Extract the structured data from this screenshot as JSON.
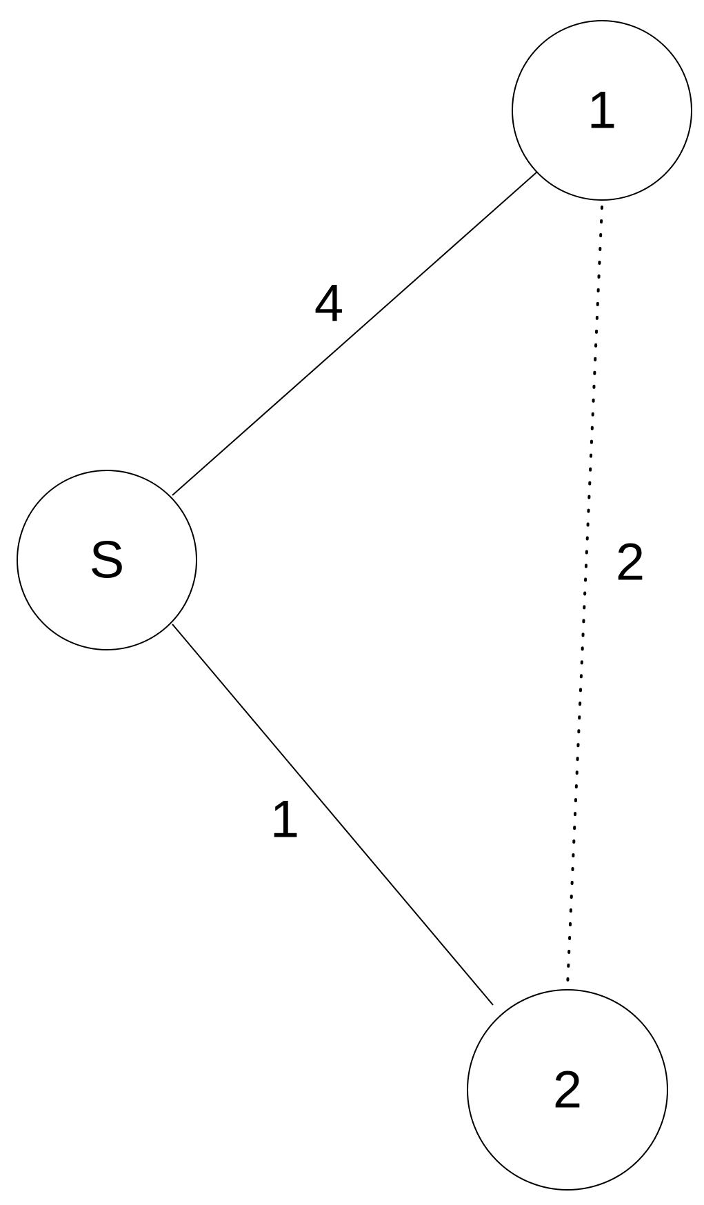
{
  "graph": {
    "nodes": [
      {
        "id": "S",
        "label": "S"
      },
      {
        "id": "1",
        "label": "1"
      },
      {
        "id": "2",
        "label": "2"
      }
    ],
    "edges": [
      {
        "from": "S",
        "to": "1",
        "weight": "4",
        "style": "solid"
      },
      {
        "from": "S",
        "to": "2",
        "weight": "1",
        "style": "solid"
      },
      {
        "from": "1",
        "to": "2",
        "weight": "2",
        "style": "dotted"
      }
    ]
  }
}
